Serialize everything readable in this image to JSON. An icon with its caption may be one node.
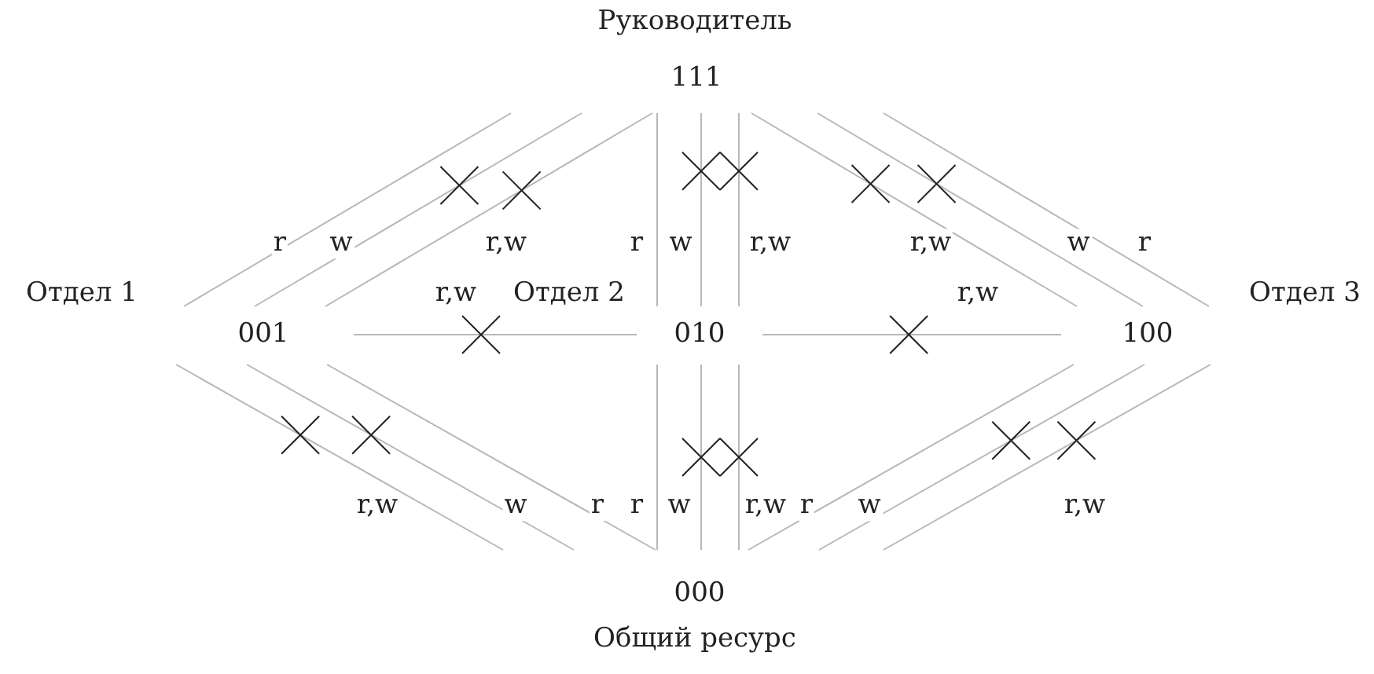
{
  "diagram": {
    "nodes": [
      {
        "text": [
          "111"
        ],
        "beside": [
          "Руководитель"
        ]
      },
      {
        "text": [
          "001"
        ],
        "beside": [
          "Отдел 1"
        ]
      },
      {
        "text": [
          "010"
        ],
        "beside": [
          "Отдел 2"
        ]
      },
      {
        "text": [
          "100"
        ],
        "beside": [
          "Отдел 3"
        ]
      },
      {
        "text": [
          "000"
        ],
        "beside": [
          "Общий ресурс"
        ]
      }
    ],
    "edges": [
      {
        "from": 0,
        "to": 1,
        "arrow": "none",
        "label": "r"
      },
      {
        "from": 0,
        "to": 1,
        "arrow": "none",
        "label": "w"
      },
      {
        "from": 0,
        "to": 1,
        "arrow": "none",
        "label": "r,w"
      },
      {
        "from": 0,
        "to": 2,
        "arrow": "none",
        "label": "r"
      },
      {
        "from": 0,
        "to": 2,
        "arrow": "none",
        "label": "w"
      },
      {
        "from": 0,
        "to": 2,
        "arrow": "none",
        "label": "r,w"
      },
      {
        "from": 0,
        "to": 3,
        "arrow": "none",
        "label": "r,w"
      },
      {
        "from": 0,
        "to": 3,
        "arrow": "none",
        "label": "w"
      },
      {
        "from": 0,
        "to": 3,
        "arrow": "none",
        "label": "r"
      },
      {
        "from": 1,
        "to": 2,
        "arrow": "none",
        "label": "r,w"
      },
      {
        "from": 2,
        "to": 3,
        "arrow": "none",
        "label": "r,w"
      },
      {
        "from": 1,
        "to": 4,
        "arrow": "none",
        "label": "r,w"
      },
      {
        "from": 1,
        "to": 4,
        "arrow": "none",
        "label": "w"
      },
      {
        "from": 1,
        "to": 4,
        "arrow": "none",
        "label": "r"
      },
      {
        "from": 2,
        "to": 4,
        "arrow": "none",
        "label": "r"
      },
      {
        "from": 2,
        "to": 4,
        "arrow": "none",
        "label": "w"
      },
      {
        "from": 2,
        "to": 4,
        "arrow": "none",
        "label": "r,w"
      },
      {
        "from": 3,
        "to": 4,
        "arrow": "none",
        "label": "r"
      },
      {
        "from": 3,
        "to": 4,
        "arrow": "none",
        "label": "w"
      },
      {
        "from": 3,
        "to": 4,
        "arrow": "none",
        "label": "r,w"
      }
    ]
  }
}
